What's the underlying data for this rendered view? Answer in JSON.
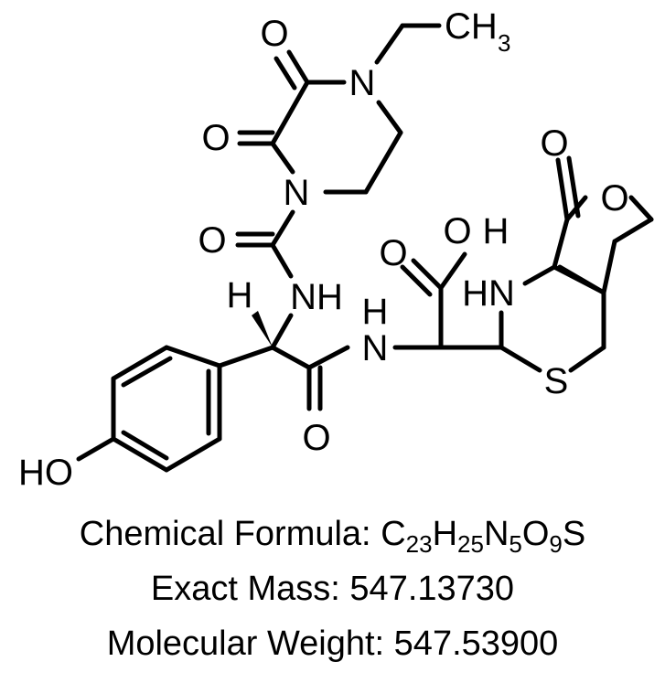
{
  "atoms": {
    "o1": "O",
    "o2": "O",
    "n_ethyl": "N",
    "ch": "CH",
    "ch_sub": "3",
    "n_pip": "N",
    "o3": "O",
    "n_amide": "NH",
    "h_stereo": "H",
    "h_nh": "H",
    "n_nh": "N",
    "o4": "O",
    "o_oh": "O",
    "h_oh": "H",
    "hn": "HN",
    "o5": "O",
    "o_ring": "O",
    "s": "S",
    "o6": "O",
    "ho": "HO"
  },
  "formula": {
    "label": "Chemical Formula:",
    "parts": [
      {
        "sym": "C",
        "n": "23"
      },
      {
        "sym": "H",
        "n": "25"
      },
      {
        "sym": "N",
        "n": "5"
      },
      {
        "sym": "O",
        "n": "9"
      },
      {
        "sym": "S",
        "n": ""
      }
    ]
  },
  "exact_mass": "Exact Mass: 547.13730",
  "molecular_weight": "Molecular Weight: 547.53900"
}
